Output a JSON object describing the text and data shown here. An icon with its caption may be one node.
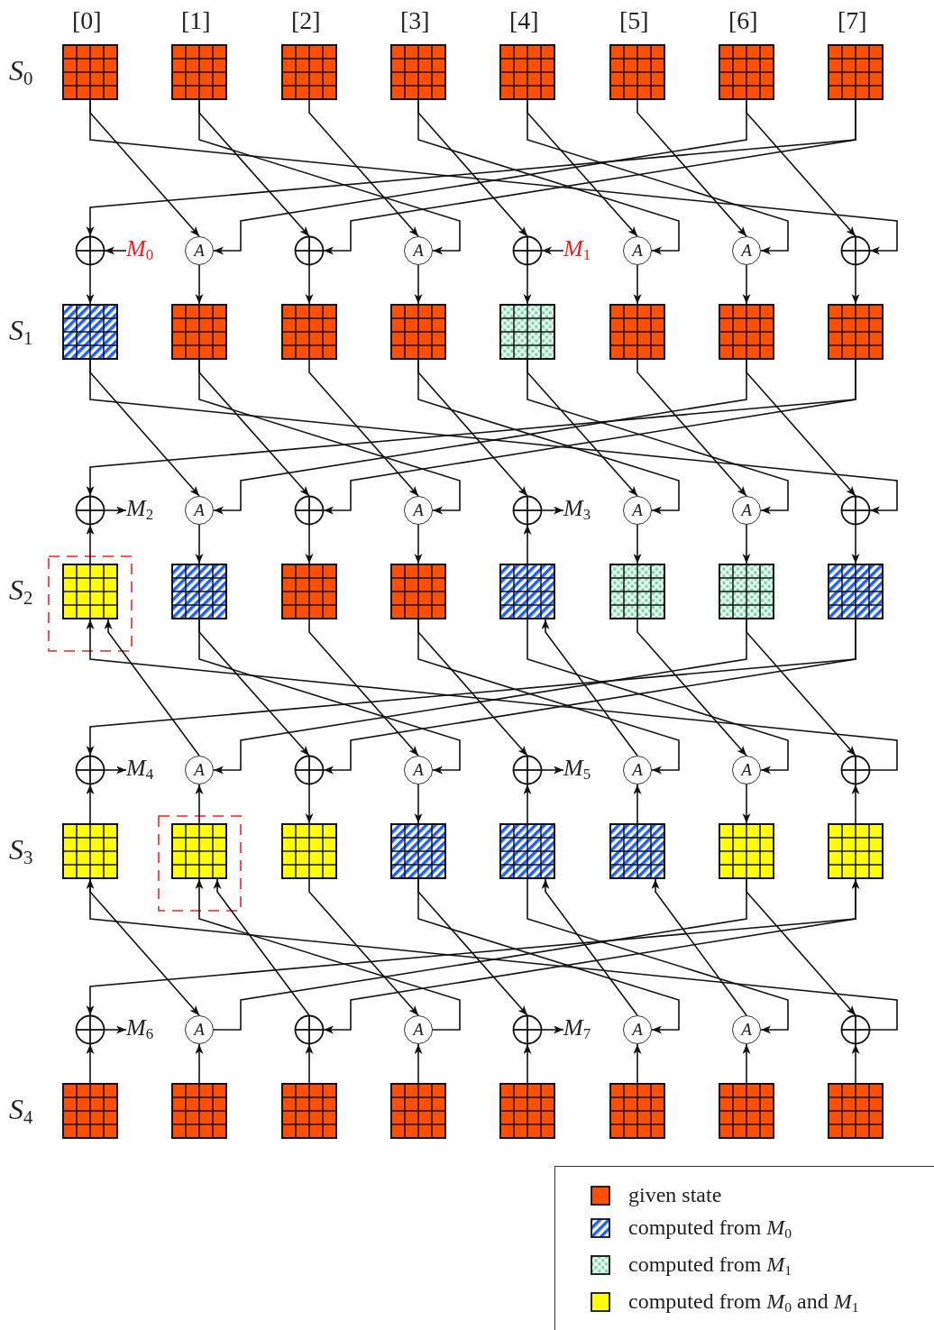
{
  "diagram": {
    "nodes": [
      {
        "text": [],
        "shape": "box"
      },
      {
        "text": [],
        "shape": "box"
      },
      {
        "text": [],
        "shape": "box"
      },
      {
        "text": [],
        "shape": "box"
      },
      {
        "text": [],
        "shape": "box"
      },
      {
        "text": [],
        "shape": "box"
      },
      {
        "text": [],
        "shape": "box"
      },
      {
        "text": [],
        "shape": "box"
      },
      {
        "text": [],
        "shape": "circle"
      },
      {
        "text": [
          "M$_{0}$"
        ]
      },
      {
        "text": [
          "A"
        ]
      },
      {
        "text": [],
        "shape": "circle"
      },
      {
        "text": [
          "A"
        ]
      },
      {
        "text": [],
        "shape": "circle"
      },
      {
        "text": [
          "M$_{1}$"
        ]
      },
      {
        "text": [
          "A"
        ]
      },
      {
        "text": [
          "A"
        ]
      },
      {
        "text": [],
        "shape": "circle"
      },
      {
        "text": [],
        "shape": "box"
      },
      {
        "text": [],
        "shape": "box"
      },
      {
        "text": [],
        "shape": "box"
      },
      {
        "text": [],
        "shape": "box"
      },
      {
        "text": [],
        "shape": "box"
      },
      {
        "text": [],
        "shape": "box"
      },
      {
        "text": [],
        "shape": "box"
      },
      {
        "text": [],
        "shape": "box"
      },
      {
        "text": [],
        "shape": "circle"
      },
      {
        "text": [
          "M$_{2}$"
        ]
      },
      {
        "text": [
          "A"
        ]
      },
      {
        "text": [],
        "shape": "circle"
      },
      {
        "text": [
          "A"
        ]
      },
      {
        "text": [],
        "shape": "circle"
      },
      {
        "text": [
          "M$_{3}$"
        ]
      },
      {
        "text": [
          "A"
        ]
      },
      {
        "text": [
          "A"
        ]
      },
      {
        "text": [],
        "shape": "circle"
      },
      {
        "text": [],
        "shape": "box"
      },
      {
        "text": [],
        "shape": "box"
      },
      {
        "text": [],
        "shape": "box"
      },
      {
        "text": [],
        "shape": "box"
      },
      {
        "text": [],
        "shape": "box"
      },
      {
        "text": [],
        "shape": "box"
      },
      {
        "text": [],
        "shape": "box"
      },
      {
        "text": [],
        "shape": "box"
      },
      {
        "text": [],
        "shape": "circle"
      },
      {
        "text": [
          "M$_{4}$"
        ]
      },
      {
        "text": [
          "A"
        ]
      },
      {
        "text": [],
        "shape": "circle"
      },
      {
        "text": [
          "A"
        ]
      },
      {
        "text": [],
        "shape": "circle"
      },
      {
        "text": [
          "M$_{5}$"
        ]
      },
      {
        "text": [
          "A"
        ]
      },
      {
        "text": [
          "A"
        ]
      },
      {
        "text": [],
        "shape": "circle"
      },
      {
        "text": [],
        "shape": "box"
      },
      {
        "text": [],
        "shape": "box"
      },
      {
        "text": [],
        "shape": "box"
      },
      {
        "text": [],
        "shape": "box"
      },
      {
        "text": [],
        "shape": "box"
      },
      {
        "text": [],
        "shape": "box"
      },
      {
        "text": [],
        "shape": "box"
      },
      {
        "text": [],
        "shape": "box"
      },
      {
        "text": [],
        "shape": "circle"
      },
      {
        "text": [
          "M$_{6}$"
        ]
      },
      {
        "text": [
          "A"
        ]
      },
      {
        "text": [],
        "shape": "circle"
      },
      {
        "text": [
          "A"
        ]
      },
      {
        "text": [],
        "shape": "circle"
      },
      {
        "text": [
          "M$_{7}$"
        ]
      },
      {
        "text": [
          "A"
        ]
      },
      {
        "text": [
          "A"
        ]
      },
      {
        "text": [],
        "shape": "circle"
      },
      {
        "text": [],
        "shape": "box"
      },
      {
        "text": [],
        "shape": "box"
      },
      {
        "text": [],
        "shape": "box"
      },
      {
        "text": [],
        "shape": "box"
      },
      {
        "text": [],
        "shape": "box"
      },
      {
        "text": [],
        "shape": "box"
      },
      {
        "text": [],
        "shape": "box"
      },
      {
        "text": [],
        "shape": "box"
      }
    ],
    "edges": [
      {
        "from": 7,
        "to": 8,
        "arrow": "to"
      },
      {
        "from": 0,
        "to": 10,
        "arrow": "to"
      },
      {
        "from": 1,
        "to": 11,
        "arrow": "to"
      },
      {
        "from": 2,
        "to": 12,
        "arrow": "to"
      },
      {
        "from": 3,
        "to": 13,
        "arrow": "to"
      },
      {
        "from": 4,
        "to": 15,
        "arrow": "to"
      },
      {
        "from": 5,
        "to": 16,
        "arrow": "to"
      },
      {
        "from": 6,
        "to": 17,
        "arrow": "to"
      },
      {
        "from": 6,
        "to": 10,
        "arrow": "to"
      },
      {
        "from": 7,
        "to": 11,
        "arrow": "to"
      },
      {
        "from": 1,
        "to": 12,
        "arrow": "to"
      },
      {
        "from": 3,
        "to": 15,
        "arrow": "to"
      },
      {
        "from": 4,
        "to": 16,
        "arrow": "to"
      },
      {
        "from": 0,
        "to": 17,
        "arrow": "to"
      },
      {
        "from": 9,
        "to": 8,
        "arrow": "to"
      },
      {
        "from": 14,
        "to": 13,
        "arrow": "to"
      },
      {
        "from": 8,
        "to": 18,
        "arrow": "to"
      },
      {
        "from": 10,
        "to": 19,
        "arrow": "to"
      },
      {
        "from": 11,
        "to": 20,
        "arrow": "to"
      },
      {
        "from": 12,
        "to": 21,
        "arrow": "to"
      },
      {
        "from": 13,
        "to": 22,
        "arrow": "to"
      },
      {
        "from": 15,
        "to": 23,
        "arrow": "to"
      },
      {
        "from": 16,
        "to": 24,
        "arrow": "to"
      },
      {
        "from": 17,
        "to": 25,
        "arrow": "to"
      },
      {
        "from": 25,
        "to": 26,
        "arrow": "to"
      },
      {
        "from": 18,
        "to": 28,
        "arrow": "to"
      },
      {
        "from": 19,
        "to": 29,
        "arrow": "to"
      },
      {
        "from": 20,
        "to": 30,
        "arrow": "to"
      },
      {
        "from": 21,
        "to": 31,
        "arrow": "to"
      },
      {
        "from": 22,
        "to": 33,
        "arrow": "to"
      },
      {
        "from": 23,
        "to": 34,
        "arrow": "to"
      },
      {
        "from": 24,
        "to": 35,
        "arrow": "to"
      },
      {
        "from": 24,
        "to": 28,
        "arrow": "to"
      },
      {
        "from": 25,
        "to": 29,
        "arrow": "to"
      },
      {
        "from": 19,
        "to": 30,
        "arrow": "to"
      },
      {
        "from": 21,
        "to": 33,
        "arrow": "to"
      },
      {
        "from": 22,
        "to": 34,
        "arrow": "to"
      },
      {
        "from": 18,
        "to": 35,
        "arrow": "to"
      },
      {
        "from": 26,
        "to": 27,
        "arrow": "to"
      },
      {
        "from": 31,
        "to": 32,
        "arrow": "to"
      },
      {
        "from": 36,
        "to": 26,
        "arrow": "to"
      },
      {
        "from": 28,
        "to": 37,
        "arrow": "to"
      },
      {
        "from": 29,
        "to": 38,
        "arrow": "to"
      },
      {
        "from": 30,
        "to": 39,
        "arrow": "to"
      },
      {
        "from": 40,
        "to": 31,
        "arrow": "to"
      },
      {
        "from": 33,
        "to": 41,
        "arrow": "to"
      },
      {
        "from": 34,
        "to": 42,
        "arrow": "to"
      },
      {
        "from": 35,
        "to": 43,
        "arrow": "to"
      },
      {
        "from": 43,
        "to": 44,
        "arrow": "to"
      },
      {
        "from": 46,
        "to": 36,
        "arrow": "to"
      },
      {
        "from": 37,
        "to": 47,
        "arrow": "to"
      },
      {
        "from": 38,
        "to": 48,
        "arrow": "to"
      },
      {
        "from": 39,
        "to": 49,
        "arrow": "to"
      },
      {
        "from": 51,
        "to": 40,
        "arrow": "to"
      },
      {
        "from": 41,
        "to": 52,
        "arrow": "to"
      },
      {
        "from": 42,
        "to": 53,
        "arrow": "to"
      },
      {
        "from": 42,
        "to": 46,
        "arrow": "to"
      },
      {
        "from": 43,
        "to": 47,
        "arrow": "to"
      },
      {
        "from": 37,
        "to": 48,
        "arrow": "to"
      },
      {
        "from": 39,
        "to": 51,
        "arrow": "to"
      },
      {
        "from": 40,
        "to": 52,
        "arrow": "to"
      },
      {
        "from": 53,
        "to": 36,
        "arrow": "to"
      },
      {
        "from": 44,
        "to": 45,
        "arrow": "to"
      },
      {
        "from": 49,
        "to": 50,
        "arrow": "to"
      },
      {
        "from": 54,
        "to": 44,
        "arrow": "to"
      },
      {
        "from": 55,
        "to": 46,
        "arrow": "to"
      },
      {
        "from": 47,
        "to": 56,
        "arrow": "to"
      },
      {
        "from": 48,
        "to": 57,
        "arrow": "to"
      },
      {
        "from": 58,
        "to": 49,
        "arrow": "to"
      },
      {
        "from": 59,
        "to": 51,
        "arrow": "to"
      },
      {
        "from": 52,
        "to": 60,
        "arrow": "to"
      },
      {
        "from": 61,
        "to": 53,
        "arrow": "to"
      },
      {
        "from": 61,
        "to": 62,
        "arrow": "to"
      },
      {
        "from": 54,
        "to": 64,
        "arrow": "to"
      },
      {
        "from": 65,
        "to": 55,
        "arrow": "to"
      },
      {
        "from": 56,
        "to": 66,
        "arrow": "to"
      },
      {
        "from": 57,
        "to": 67,
        "arrow": "to"
      },
      {
        "from": 69,
        "to": 58,
        "arrow": "to"
      },
      {
        "from": 70,
        "to": 59,
        "arrow": "to"
      },
      {
        "from": 60,
        "to": 71,
        "arrow": "to"
      },
      {
        "from": 64,
        "to": 60,
        "arrow": "none"
      },
      {
        "from": 61,
        "to": 65,
        "arrow": "both"
      },
      {
        "from": 66,
        "to": 55,
        "arrow": "to"
      },
      {
        "from": 57,
        "to": 69,
        "arrow": "to"
      },
      {
        "from": 58,
        "to": 70,
        "arrow": "to"
      },
      {
        "from": 71,
        "to": 54,
        "arrow": "to"
      },
      {
        "from": 62,
        "to": 63,
        "arrow": "to"
      },
      {
        "from": 67,
        "to": 68,
        "arrow": "to"
      },
      {
        "from": 72,
        "to": 62,
        "arrow": "to"
      },
      {
        "from": 73,
        "to": 64,
        "arrow": "to"
      },
      {
        "from": 74,
        "to": 65,
        "arrow": "to"
      },
      {
        "from": 75,
        "to": 66,
        "arrow": "to"
      },
      {
        "from": 76,
        "to": 67,
        "arrow": "to"
      },
      {
        "from": 77,
        "to": 69,
        "arrow": "to"
      },
      {
        "from": 78,
        "to": 70,
        "arrow": "to"
      },
      {
        "from": 79,
        "to": 71,
        "arrow": "to"
      }
    ],
    "labels": [
      "[0]",
      "[1]",
      "[2]",
      "[3]",
      "[4]",
      "[5]",
      "[6]",
      "[7]",
      "S$_{0}$",
      "S$_{1}$",
      "S$_{2}$",
      "S$_{3}$",
      "S$_{4}$"
    ],
    "legend": [
      {
        "text": "given state",
        "color": "#ff4f00"
      },
      {
        "text": "computed from *M*$_{0}$"
      },
      {
        "text": "computed from *M*$_{1}$"
      },
      {
        "text": "computed from *M*$_{0}$ and *M*$_{1}$",
        "color": "#ffff00"
      }
    ]
  }
}
